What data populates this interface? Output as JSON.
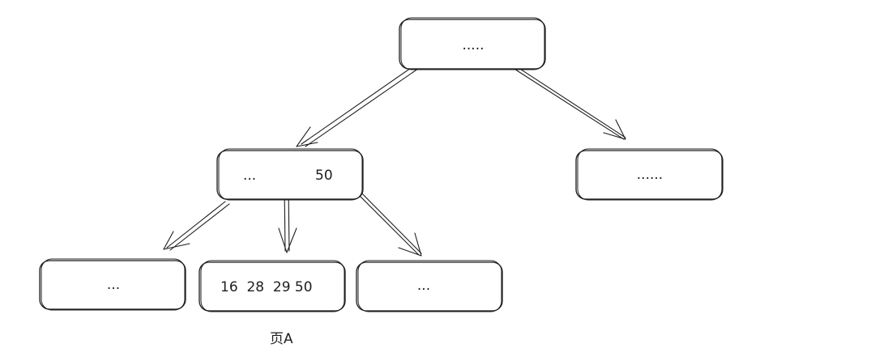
{
  "nodes": {
    "root": {
      "label": "....."
    },
    "mid_left": {
      "left_label": "...",
      "right_label": "50"
    },
    "mid_right": {
      "label": "......"
    },
    "leaf_1": {
      "label": "..."
    },
    "leaf_2": {
      "label": "16  28  29 50"
    },
    "leaf_3": {
      "label": "..."
    }
  },
  "caption": {
    "page_label": "页A"
  },
  "colors": {
    "stroke": "#1e1e1e",
    "background": "#ffffff"
  }
}
